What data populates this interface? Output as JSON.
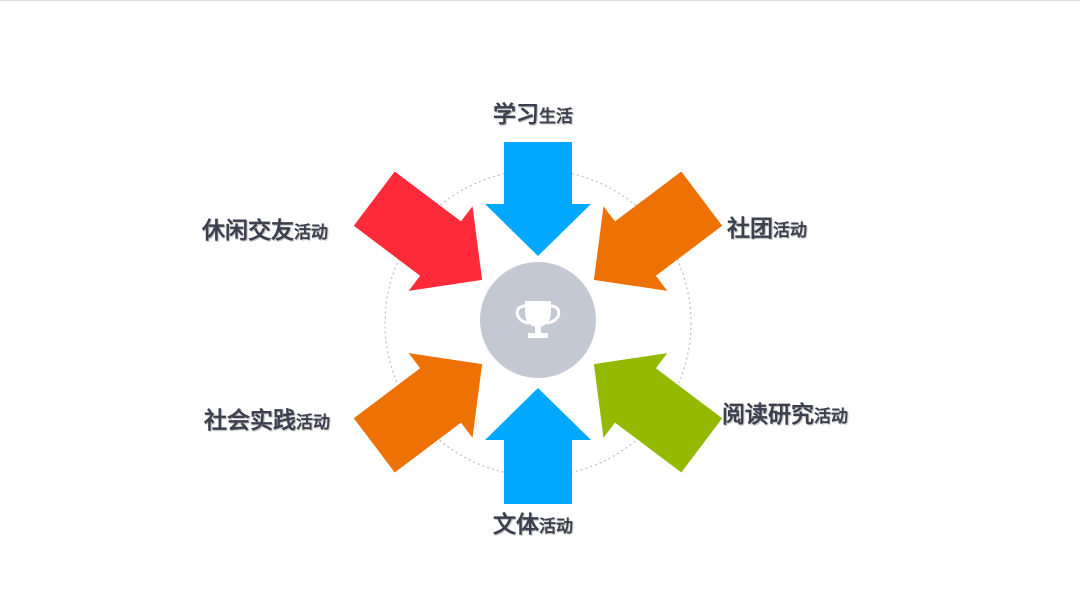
{
  "center": {
    "icon": "trophy-icon",
    "circle_color": "#c3c8d2",
    "icon_color": "#ffffff"
  },
  "arrows": [
    {
      "id": "study",
      "color": "#00a8ff",
      "main": "学习",
      "sub": "生活"
    },
    {
      "id": "club",
      "color": "#ee7203",
      "main": "社团",
      "sub": "活动"
    },
    {
      "id": "reading",
      "color": "#93b900",
      "main": "阅读研究",
      "sub": "活动"
    },
    {
      "id": "culture",
      "color": "#00a8ff",
      "main": "文体",
      "sub": "活动"
    },
    {
      "id": "social",
      "color": "#ee7203",
      "main": "社会实践",
      "sub": "活动"
    },
    {
      "id": "leisure",
      "color": "#ff2a39",
      "main": "休闲交友",
      "sub": "活动"
    }
  ],
  "ring_color": "#b8bccb"
}
